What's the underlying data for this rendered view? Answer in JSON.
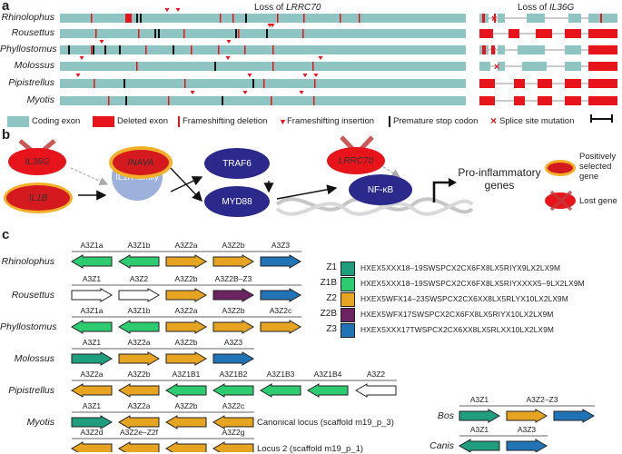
{
  "panel_a": {
    "letter": "a",
    "title_left": "Loss of LRRC70",
    "title_right": "Loss of IL36G",
    "species": [
      "Rhinolophus",
      "Rousettus",
      "Phyllostomus",
      "Molossus",
      "Pipistrellus",
      "Myotis"
    ],
    "legend": {
      "coding_exon": "Coding exon",
      "deleted_exon": "Deleted exon",
      "fs_deletion": "Frameshifting deletion",
      "fs_insertion": "Frameshifting insertion",
      "stop_codon": "Premature stop codon",
      "splice": "Splice site mutation"
    },
    "colors": {
      "exon": "#8ec5c2",
      "deleted": "#e8141b",
      "stop": "#111111"
    }
  },
  "panel_b": {
    "letter": "b",
    "nodes": {
      "il36g": "IL36G",
      "il1b": "IL1B",
      "inava": "INAVA",
      "il1r": "IL1R family",
      "traf6": "TRAF6",
      "myd88": "MYD88",
      "lrrc70": "LRRC70",
      "nfkb": "NF-κB"
    },
    "output_label": "Pro-inflammatory genes",
    "legend": {
      "positive": "Positively selected gene",
      "lost": "Lost gene"
    },
    "colors": {
      "navy": "#2b2a8c",
      "red": "#e8141b",
      "orange": "#f3b129",
      "lightblue": "#9eb0dc"
    }
  },
  "panel_c": {
    "letter": "c",
    "rows": [
      {
        "species": "Rhinolophus",
        "genes": [
          {
            "label": "A3Z1a",
            "type": "Z1B",
            "dir": "left"
          },
          {
            "label": "A3Z1b",
            "type": "Z1B",
            "dir": "left"
          },
          {
            "label": "A3Z2a",
            "type": "Z2",
            "dir": "right"
          },
          {
            "label": "A3Z2b",
            "type": "Z2",
            "dir": "right"
          },
          {
            "label": "A3Z3",
            "type": "Z3",
            "dir": "right"
          }
        ]
      },
      {
        "species": "Rousettus",
        "genes": [
          {
            "label": "A3Z1",
            "type": "none",
            "dir": "right"
          },
          {
            "label": "A3Z2",
            "type": "none",
            "dir": "right"
          },
          {
            "label": "A3Z2b",
            "type": "Z2",
            "dir": "right"
          },
          {
            "label": "A3Z2B–Z3",
            "type": "Z2B",
            "dir": "right"
          },
          {
            "label": "",
            "type": "Z3",
            "dir": "right"
          }
        ]
      },
      {
        "species": "Phyllostomus",
        "genes": [
          {
            "label": "A3Z1a",
            "type": "Z1B",
            "dir": "left"
          },
          {
            "label": "A3Z1b",
            "type": "Z1B",
            "dir": "left"
          },
          {
            "label": "A3Z2a",
            "type": "Z2",
            "dir": "right"
          },
          {
            "label": "A3Z2b",
            "type": "Z2",
            "dir": "right"
          },
          {
            "label": "A3Z2c",
            "type": "Z2",
            "dir": "right"
          }
        ]
      },
      {
        "species": "Molossus",
        "genes": [
          {
            "label": "A3Z1",
            "type": "Z1",
            "dir": "right"
          },
          {
            "label": "A3Z2a",
            "type": "Z2",
            "dir": "right"
          },
          {
            "label": "A3Z2b",
            "type": "Z2",
            "dir": "right"
          },
          {
            "label": "A3Z3",
            "type": "Z3",
            "dir": "right"
          }
        ]
      },
      {
        "species": "Pipistrellus",
        "genes": [
          {
            "label": "A3Z2a",
            "type": "Z2",
            "dir": "left"
          },
          {
            "label": "A3Z2b",
            "type": "Z2",
            "dir": "left"
          },
          {
            "label": "A3Z1B1",
            "type": "Z1B",
            "dir": "left"
          },
          {
            "label": "A3Z1B2",
            "type": "Z1B",
            "dir": "left"
          },
          {
            "label": "A3Z1B3",
            "type": "Z1B",
            "dir": "left"
          },
          {
            "label": "A3Z1B4",
            "type": "Z1B",
            "dir": "left"
          },
          {
            "label": "A3Z2",
            "type": "none",
            "dir": "left"
          }
        ]
      },
      {
        "species": "Myotis",
        "genes": [
          {
            "label": "A3Z1",
            "type": "Z1",
            "dir": "right"
          },
          {
            "label": "A3Z2a",
            "type": "Z2",
            "dir": "left"
          },
          {
            "label": "A3Z2b",
            "type": "Z2",
            "dir": "left"
          },
          {
            "label": "A3Z2c",
            "type": "Z2",
            "dir": "left"
          }
        ],
        "note": "Canonical locus (scaffold m19_p_3)"
      },
      {
        "species": "",
        "genes": [
          {
            "label": "A3Z2d",
            "type": "Z2",
            "dir": "left"
          },
          {
            "label": "A3Z2e–Z2f",
            "type": "Z2",
            "dir": "left"
          },
          {
            "label": "",
            "type": "Z2",
            "dir": "left"
          },
          {
            "label": "A3Z2g",
            "type": "Z2",
            "dir": "left"
          }
        ],
        "note": "Locus 2 (scaffold m19_p_1)"
      }
    ],
    "motifs": [
      {
        "label": "Z1",
        "color": "#1f9e7e",
        "seq": "HXEX5XXX18–19SWSPCX2CX6FX8LX5RIYX9LX2LX9M"
      },
      {
        "label": "Z1B",
        "color": "#2ecc71",
        "seq": "HXEX5XXX18–19SWSPCX2CX6FX8LX5RIYXXXX5–9LX2LX9M"
      },
      {
        "label": "Z2",
        "color": "#e6a421",
        "seq": "HXEX5WFX14–23SWSPCX2CX6XX8LX5RLYX10LX2LX9M"
      },
      {
        "label": "Z2B",
        "color": "#6b2461",
        "seq": "HXEX5WFX17SWSPCX2CX6FX8LX5RIYX10LX2LX9M"
      },
      {
        "label": "Z3",
        "color": "#2073b5",
        "seq": "HXEX5XXX17TWSPCX2CX6XX8LX5RLXX10LX2LX9M"
      }
    ],
    "other": [
      {
        "species": "Bos",
        "genes": [
          {
            "label": "A3Z1",
            "type": "Z1",
            "dir": "right"
          },
          {
            "label": "A3Z2–Z3",
            "type": "Z2",
            "dir": "right"
          },
          {
            "label": "",
            "type": "Z3",
            "dir": "right"
          }
        ]
      },
      {
        "species": "Canis",
        "genes": [
          {
            "label": "A3Z1",
            "type": "Z1",
            "dir": "left"
          },
          {
            "label": "A3Z3",
            "type": "Z3",
            "dir": "right"
          }
        ]
      }
    ]
  }
}
